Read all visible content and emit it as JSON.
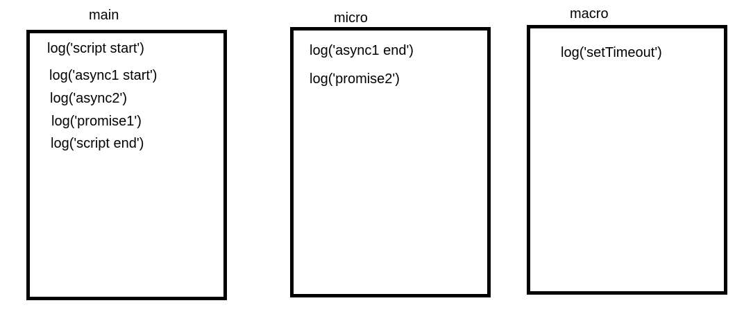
{
  "queues": [
    {
      "title": "main",
      "entries": [
        "log('script start')",
        "log('async1 start')",
        "log('async2')",
        "log('promise1')",
        "log('script end')"
      ]
    },
    {
      "title": "micro",
      "entries": [
        "log('async1 end')",
        "log('promise2')"
      ]
    },
    {
      "title": "macro",
      "entries": [
        "log('setTimeout')"
      ]
    }
  ],
  "colors": {
    "border": "#000000",
    "text": "#000000",
    "background": "#ffffff"
  }
}
